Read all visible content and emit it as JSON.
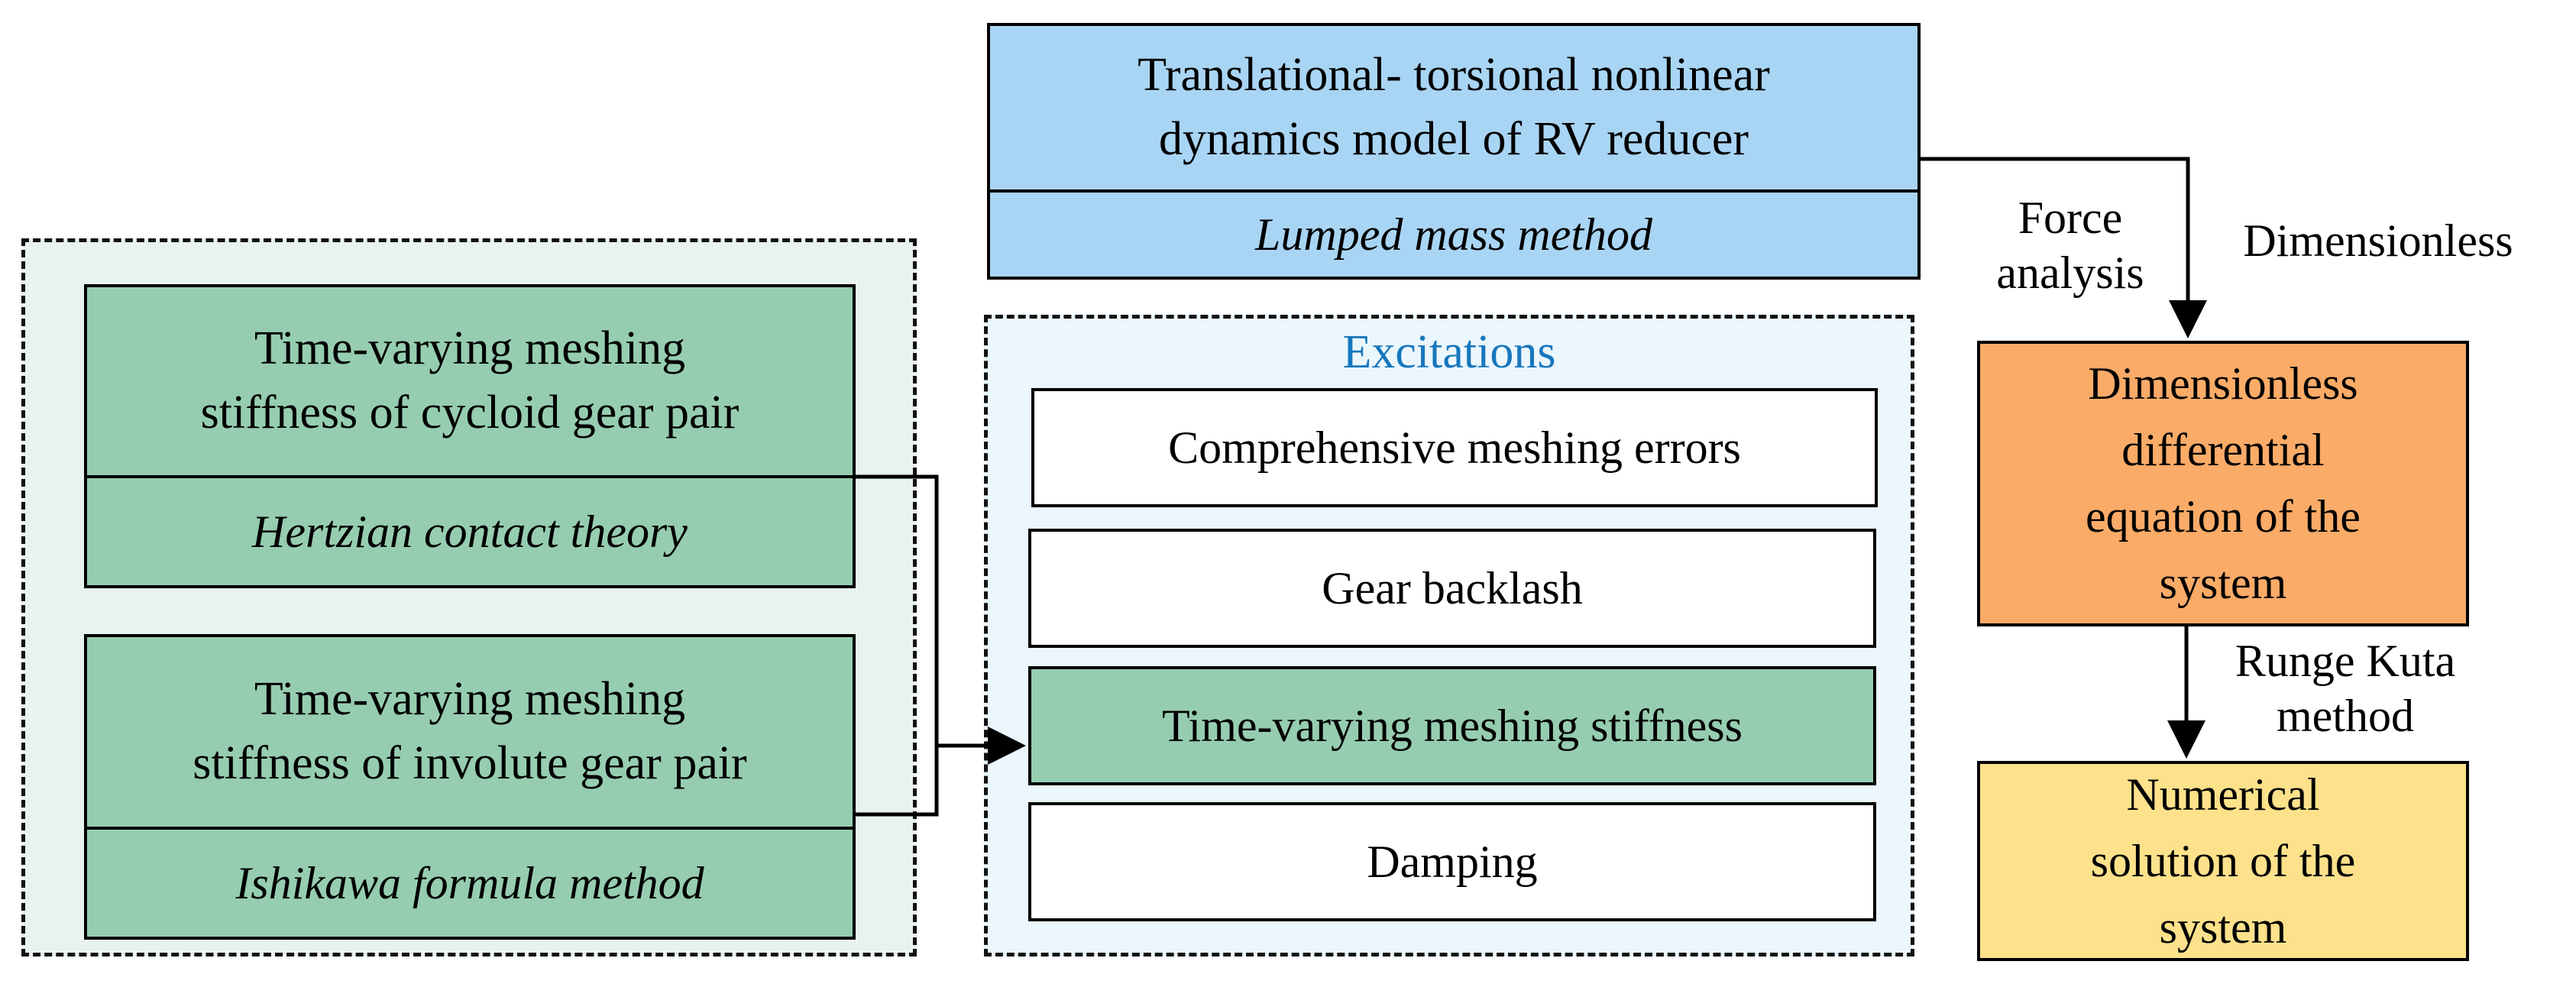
{
  "rv_model": {
    "title": "Translational- torsional nonlinear\ndynamics model of RV reducer",
    "method": "Lumped mass method"
  },
  "stiffness_group": {
    "cycloid": {
      "title": "Time-varying meshing\nstiffness of cycloid gear pair",
      "method": "Hertzian contact theory"
    },
    "involute": {
      "title": "Time-varying meshing\nstiffness of involute gear pair",
      "method": "Ishikawa formula method"
    }
  },
  "excitations": {
    "heading": "Excitations",
    "items": [
      "Comprehensive meshing errors",
      "Gear backlash",
      "Time-varying meshing stiffness",
      "Damping"
    ]
  },
  "labels": {
    "force_analysis": "Force\nanalysis",
    "dimensionless": "Dimensionless",
    "runge_kuta": "Runge Kuta\nmethod"
  },
  "dimensionless_box": "Dimensionless\ndifferential\nequation of the\nsystem",
  "numerical_box": "Numerical\nsolution of the\nsystem",
  "colors": {
    "blue_fill": "#a9d5f4",
    "green_fill": "#96cdb0",
    "green_group_bg": "#e9f3ee",
    "blue_group_bg": "#ebf6fd",
    "orange_fill": "#fbab68",
    "yellow_fill": "#fde18b",
    "excitations_heading": "#1777bd"
  }
}
